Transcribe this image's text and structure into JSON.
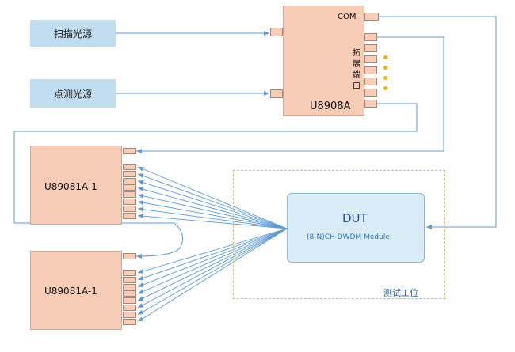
{
  "sources": {
    "scan_label": "扫描光源",
    "spot_label": "点测光源"
  },
  "main_unit": {
    "model": "U8908A",
    "com_label": "COM",
    "expansion_chars": [
      "拓",
      "展",
      "端",
      "口"
    ]
  },
  "switch_units": [
    {
      "model": "U89081A-1"
    },
    {
      "model": "U89081A-1"
    }
  ],
  "dut": {
    "title": "DUT",
    "subtitle": "(8-N)CH DWDM Module"
  },
  "test_station_label": "测试工位",
  "colors": {
    "wire": "#5b9bd5",
    "source_fill": "#c3ddf0",
    "unit_fill": "#f8cdb8",
    "dut_fill": "#d9ecf8",
    "station_border": "#e8c24a",
    "dot": "#f0b400"
  }
}
